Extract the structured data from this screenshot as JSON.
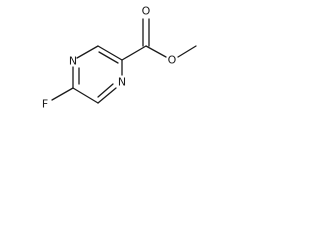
{
  "molecule": {
    "atoms": {
      "n1": "N",
      "n4": "N",
      "fluorine": "F",
      "carbonyl_oxygen": "O",
      "ester_oxygen": "O"
    }
  }
}
